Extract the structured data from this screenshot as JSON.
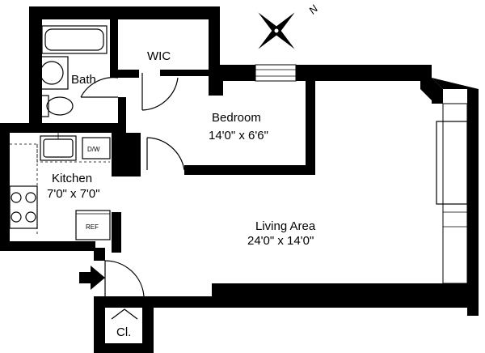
{
  "compass": {
    "north_label": "N"
  },
  "rooms": {
    "wic": {
      "name": "WIC"
    },
    "bath": {
      "name": "Bath"
    },
    "bedroom": {
      "name": "Bedroom",
      "dims": "14'0\" x 6'6\""
    },
    "kitchen": {
      "name": "Kitchen",
      "dims": "7'0\" x 7'0\""
    },
    "living": {
      "name": "Living Area",
      "dims": "24'0\" x 14'0\""
    },
    "closet": {
      "name": "Cl."
    }
  },
  "appliances": {
    "dishwasher": "D/W",
    "refrigerator": "REF"
  }
}
